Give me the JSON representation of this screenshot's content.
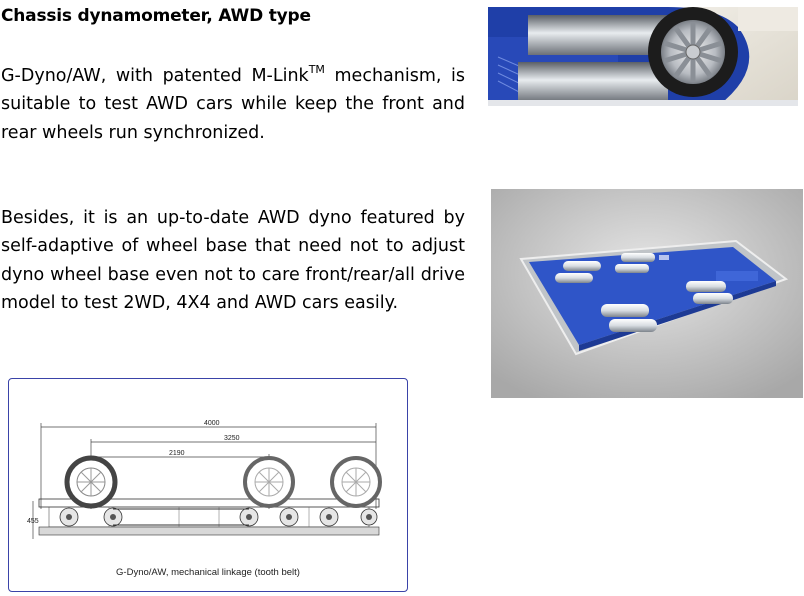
{
  "heading": "Chassis dynamometer, AWD type",
  "paragraph1": {
    "lead": "G-Dyno/AW, with patented M-Link",
    "superscript": "TM",
    "rest": " mechanism, is suitable to test AWD cars while keep the front and rear wheels run synchronized."
  },
  "paragraph2": "Besides, it is an up-to-date AWD dyno featured by self-adaptive of wheel base that  need not to adjust dyno wheel base even not to care front/rear/all drive model to test 2WD, 4X4 and AWD cars easily.",
  "drawing": {
    "dimensions": [
      "4000",
      "3250",
      "2190",
      "455"
    ],
    "caption": "G-Dyno/AW, mechanical linkage (tooth belt)"
  },
  "colors": {
    "dyno_blue": "#2f55c8",
    "frame_border": "#3a43a8",
    "render_bg": "#d8d8d8"
  }
}
